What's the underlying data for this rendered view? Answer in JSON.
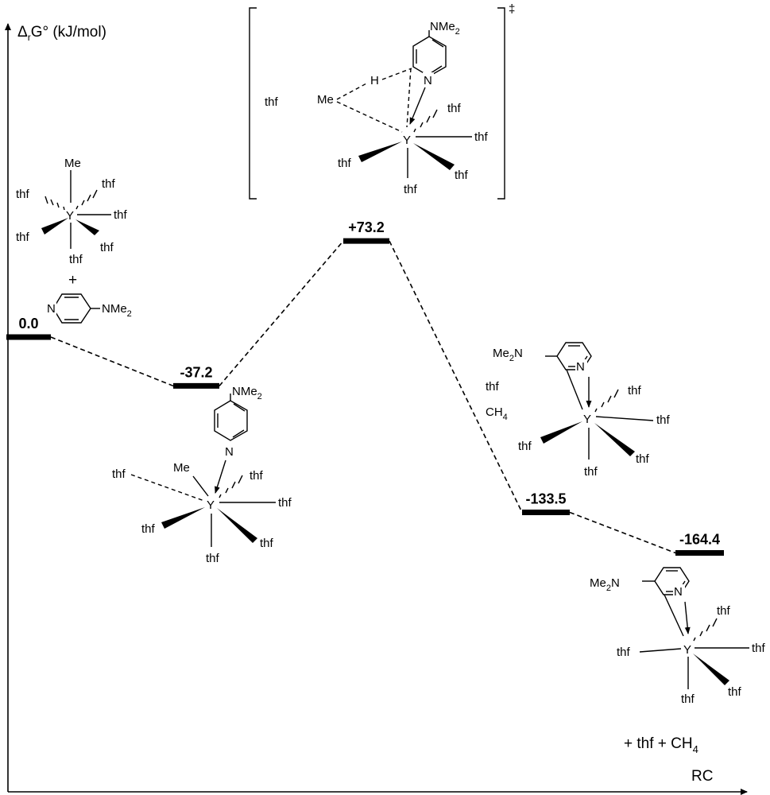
{
  "axis": {
    "y_label": "Δ",
    "y_label_sub": "r",
    "y_label_rest": "G° (kJ/mol)",
    "x_label": "RC"
  },
  "chart_data": {
    "type": "energy-profile",
    "ylabel": "ΔrG° (kJ/mol)",
    "xlabel": "RC",
    "points": [
      {
        "label": "0.0",
        "value": 0.0,
        "kind": "reactant"
      },
      {
        "label": "-37.2",
        "value": -37.2,
        "kind": "intermediate"
      },
      {
        "label": "+73.2",
        "value": 73.2,
        "kind": "transition-state"
      },
      {
        "label": "-133.5",
        "value": -133.5,
        "kind": "intermediate"
      },
      {
        "label": "-164.4",
        "value": -164.4,
        "kind": "product"
      }
    ],
    "colors": {
      "reactant": "#000000",
      "other": "#2f1fcf"
    }
  },
  "structures": {
    "thf": "thf",
    "me": "Me",
    "y": "Y",
    "h": "H",
    "n": "N",
    "nme2": "NMe",
    "me2n": "Me",
    "me2n_n": "N",
    "sub2": "2",
    "ch4": "CH",
    "sub4": "4",
    "plus": "+",
    "dagger": "‡",
    "final_plus": "+ thf + CH"
  }
}
